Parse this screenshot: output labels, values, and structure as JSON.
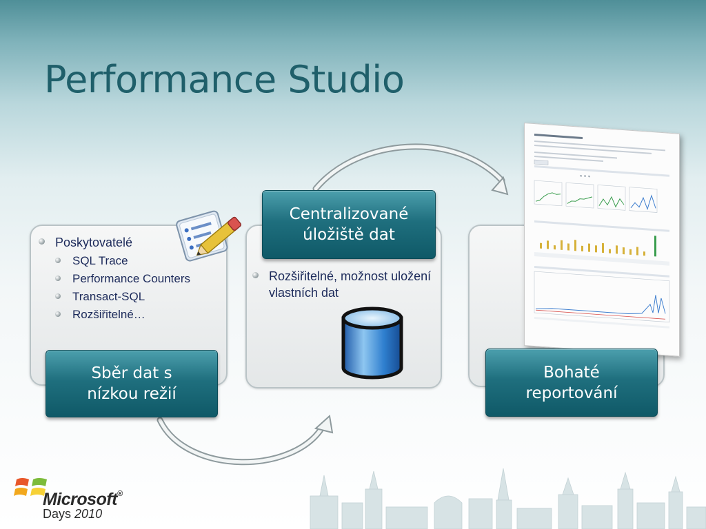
{
  "slide": {
    "title": "Performance Studio"
  },
  "collection": {
    "providers_label": "Poskytovatelé",
    "providers": [
      "SQL Trace",
      "Performance Counters",
      "Transact-SQL",
      "Rozšiřitelné…"
    ],
    "box_label": "Sběr dat s\nnízkou režií"
  },
  "storage": {
    "box_label": "Centralizované\núložiště dat",
    "bullet": "Rozšiřitelné, možnost uložení vlastních dat"
  },
  "reporting": {
    "box_label": "Bohaté\nreportování"
  },
  "branding": {
    "brand": "Microsoft",
    "trademark": "®",
    "event": "Days",
    "year": "2010"
  },
  "icons": {
    "notes": "notepad-pencil-icon",
    "database": "database-cylinder-icon",
    "report": "report-document-icon",
    "logo": "microsoft-flag-logo"
  },
  "colors": {
    "title": "#1f5f6a",
    "teal_box": "#0f5967",
    "bullet_text": "#1c2a5a"
  }
}
